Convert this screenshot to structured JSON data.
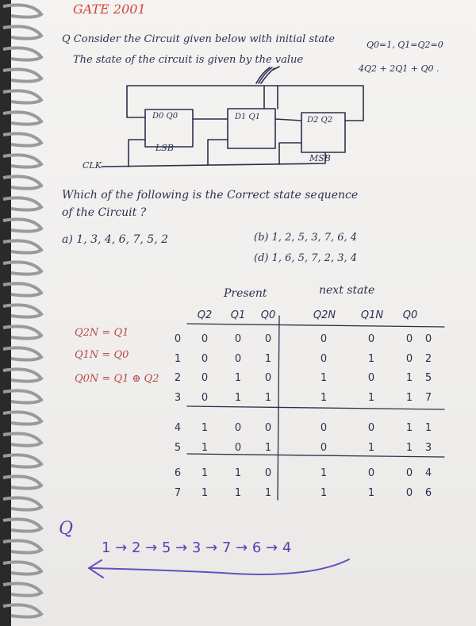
{
  "heading": "GATE 2001",
  "question": {
    "line1": "Q Consider the Circuit given below with initial state",
    "state_init": "Q0=1, Q1=Q2=0",
    "line2": "The state of the circuit is given by the value",
    "state_formula": "4Q2 + 2Q1 + Q0 ."
  },
  "circuit": {
    "ff0": "D0  Q0",
    "ff1": "D1  Q1",
    "ff2": "D2  Q2",
    "lsb": "LSB",
    "msb": "MSB",
    "clk": "CLK"
  },
  "prompt": {
    "line1": "Which of the following is the Correct state sequence",
    "line2": "of the Circuit ?"
  },
  "options": {
    "a": "a)  1, 3, 4, 6, 7, 5, 2",
    "b": "(b)  1, 2, 5, 3, 7, 6, 4",
    "d": "(d)  1, 6, 5, 7, 2, 3, 4"
  },
  "table": {
    "present_label": "Present",
    "next_label": "next state",
    "present_cols": [
      "Q2",
      "Q1",
      "Q0"
    ],
    "next_cols": [
      "Q2N",
      "Q1N",
      "Q0"
    ],
    "rows": [
      {
        "idx": "0",
        "p": [
          "0",
          "0",
          "0"
        ],
        "n": [
          "0",
          "0",
          "0"
        ],
        "v": "0"
      },
      {
        "idx": "1",
        "p": [
          "0",
          "0",
          "1"
        ],
        "n": [
          "0",
          "1",
          "0"
        ],
        "v": "2"
      },
      {
        "idx": "2",
        "p": [
          "0",
          "1",
          "0"
        ],
        "n": [
          "1",
          "0",
          "1"
        ],
        "v": "5"
      },
      {
        "idx": "3",
        "p": [
          "0",
          "1",
          "1"
        ],
        "n": [
          "1",
          "1",
          "1"
        ],
        "v": "7"
      },
      {
        "idx": "4",
        "p": [
          "1",
          "0",
          "0"
        ],
        "n": [
          "0",
          "0",
          "1"
        ],
        "v": "1"
      },
      {
        "idx": "5",
        "p": [
          "1",
          "0",
          "1"
        ],
        "n": [
          "0",
          "1",
          "1"
        ],
        "v": "3"
      },
      {
        "idx": "6",
        "p": [
          "1",
          "1",
          "0"
        ],
        "n": [
          "1",
          "0",
          "0"
        ],
        "v": "4"
      },
      {
        "idx": "7",
        "p": [
          "1",
          "1",
          "1"
        ],
        "n": [
          "1",
          "1",
          "0"
        ],
        "v": "6"
      }
    ]
  },
  "equations": [
    "Q2N = Q1",
    "Q1N = Q0",
    "Q0N = Q1 ⊕ Q2"
  ],
  "answer": {
    "label": "Q",
    "sequence": "1 → 2 → 5 → 3 → 7 → 6 → 4"
  }
}
